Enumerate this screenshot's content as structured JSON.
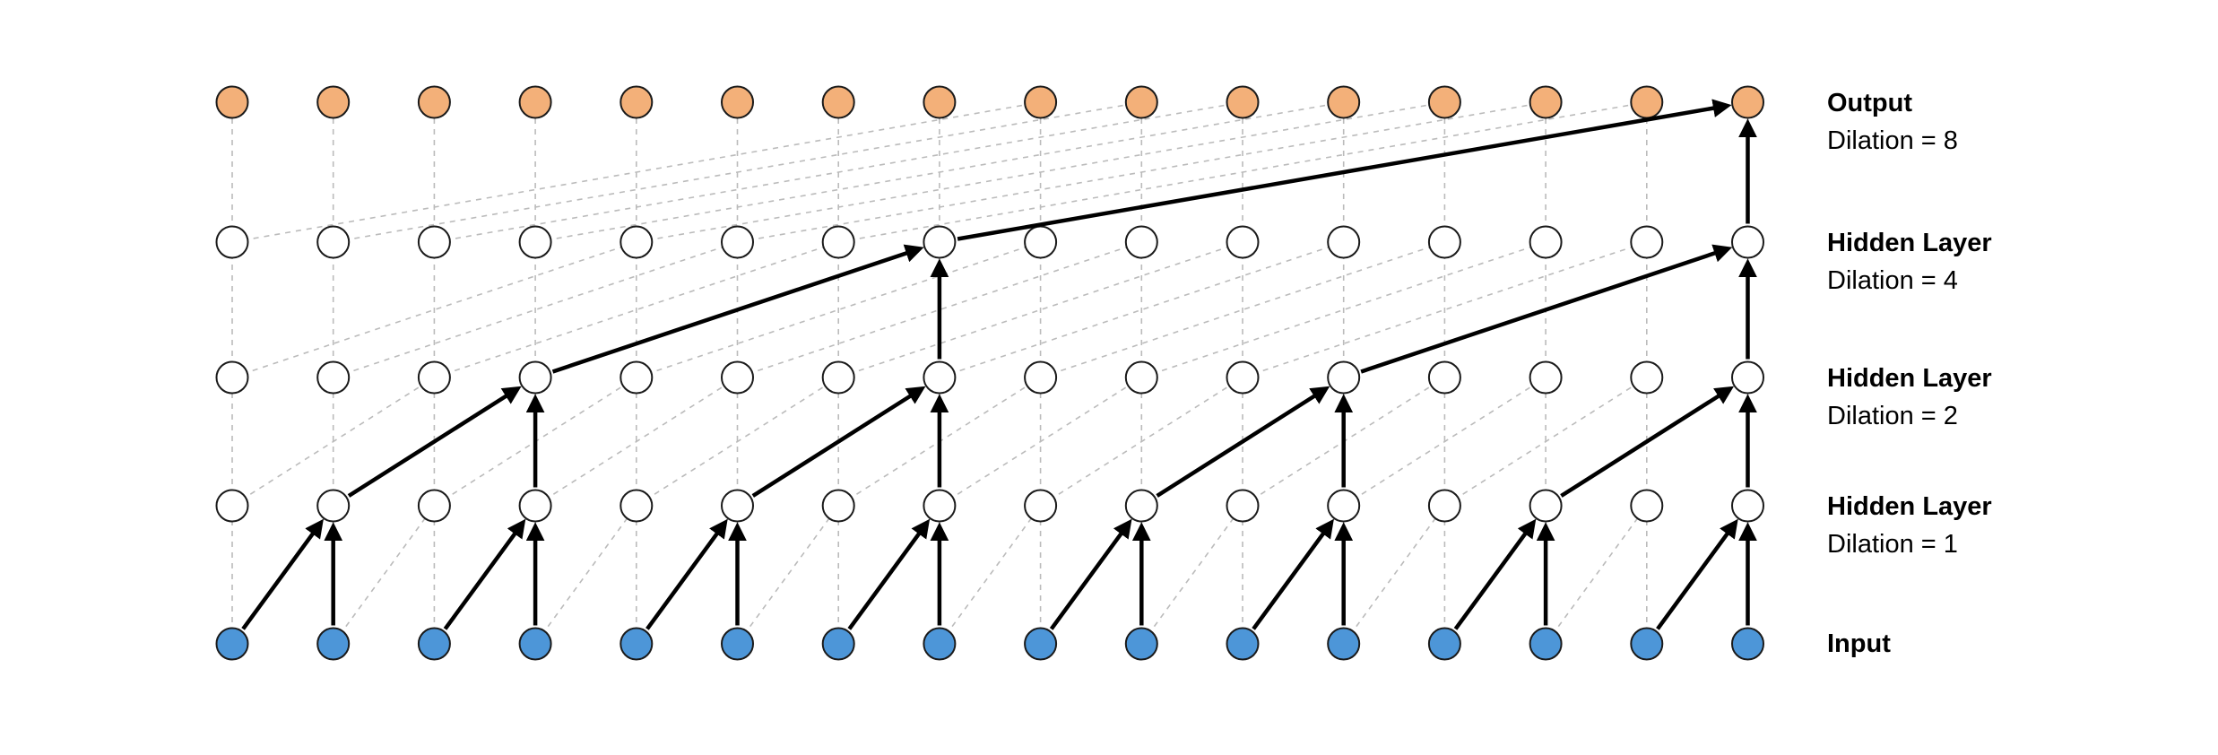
{
  "diagram": {
    "type": "dilated-causal-convolution-network",
    "columns": 16,
    "layers": [
      {
        "id": "input",
        "label": "Input",
        "sublabel": "",
        "node_fill": "#4d96d8"
      },
      {
        "id": "hidden1",
        "label": "Hidden Layer",
        "sublabel": "Dilation = 1",
        "node_fill": "#ffffff"
      },
      {
        "id": "hidden2",
        "label": "Hidden Layer",
        "sublabel": "Dilation = 2",
        "node_fill": "#ffffff"
      },
      {
        "id": "hidden3",
        "label": "Hidden Layer",
        "sublabel": "Dilation = 4",
        "node_fill": "#ffffff"
      },
      {
        "id": "output",
        "label": "Output",
        "sublabel": "Dilation = 8",
        "node_fill": "#f3b079"
      }
    ],
    "dilations": [
      1,
      2,
      4,
      8
    ],
    "highlighted_output_column": 15,
    "colors": {
      "background": "#ffffff",
      "node_stroke": "#1a1a1a",
      "dashed_connection": "#bbbbbb",
      "bold_arrow": "#000000",
      "label_text": "#000000"
    }
  }
}
